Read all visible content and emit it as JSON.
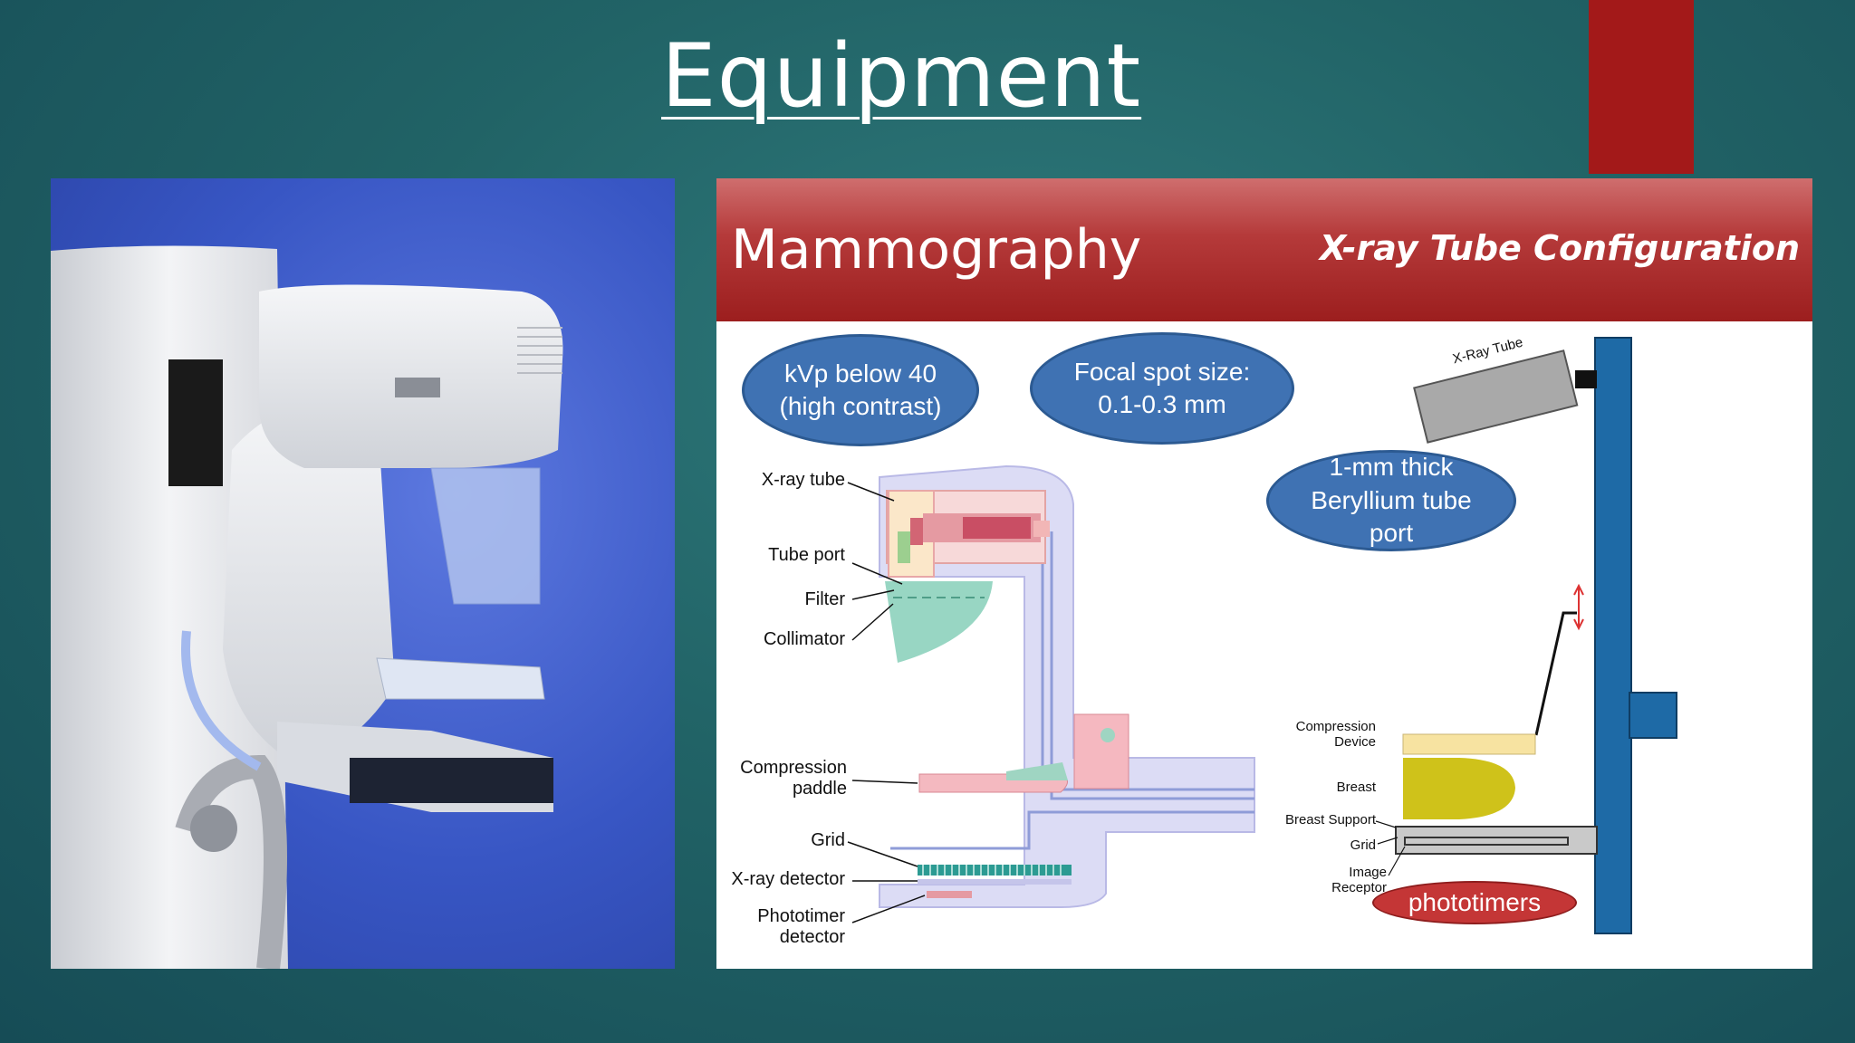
{
  "slide": {
    "title": "Equipment"
  },
  "diagram": {
    "banner_title": "Mammography",
    "banner_subtitle": "X-ray Tube Configuration",
    "callouts": {
      "kvp": "kVp below 40\n(high contrast)",
      "focal_spot": "Focal spot size:\n0.1-0.3 mm",
      "beryllium": "1-mm thick\nBeryllium tube\nport",
      "phototimers": "phototimers"
    },
    "left_labels": {
      "xray_tube": "X-ray tube",
      "tube_port": "Tube port",
      "filter": "Filter",
      "collimator": "Collimator",
      "compression_paddle": "Compression\npaddle",
      "grid": "Grid",
      "xray_detector": "X-ray detector",
      "phototimer_detector": "Phototimer\ndetector"
    },
    "right_labels": {
      "xray_tube": "X-Ray Tube",
      "compression_device": "Compression\nDevice",
      "breast": "Breast",
      "breast_support": "Breast Support",
      "grid": "Grid",
      "image_receptor": "Image\nReceptor"
    }
  },
  "colors": {
    "accent_red": "#a31919",
    "callout_blue": "#3f72b3",
    "column_blue": "#1e6aa6"
  }
}
